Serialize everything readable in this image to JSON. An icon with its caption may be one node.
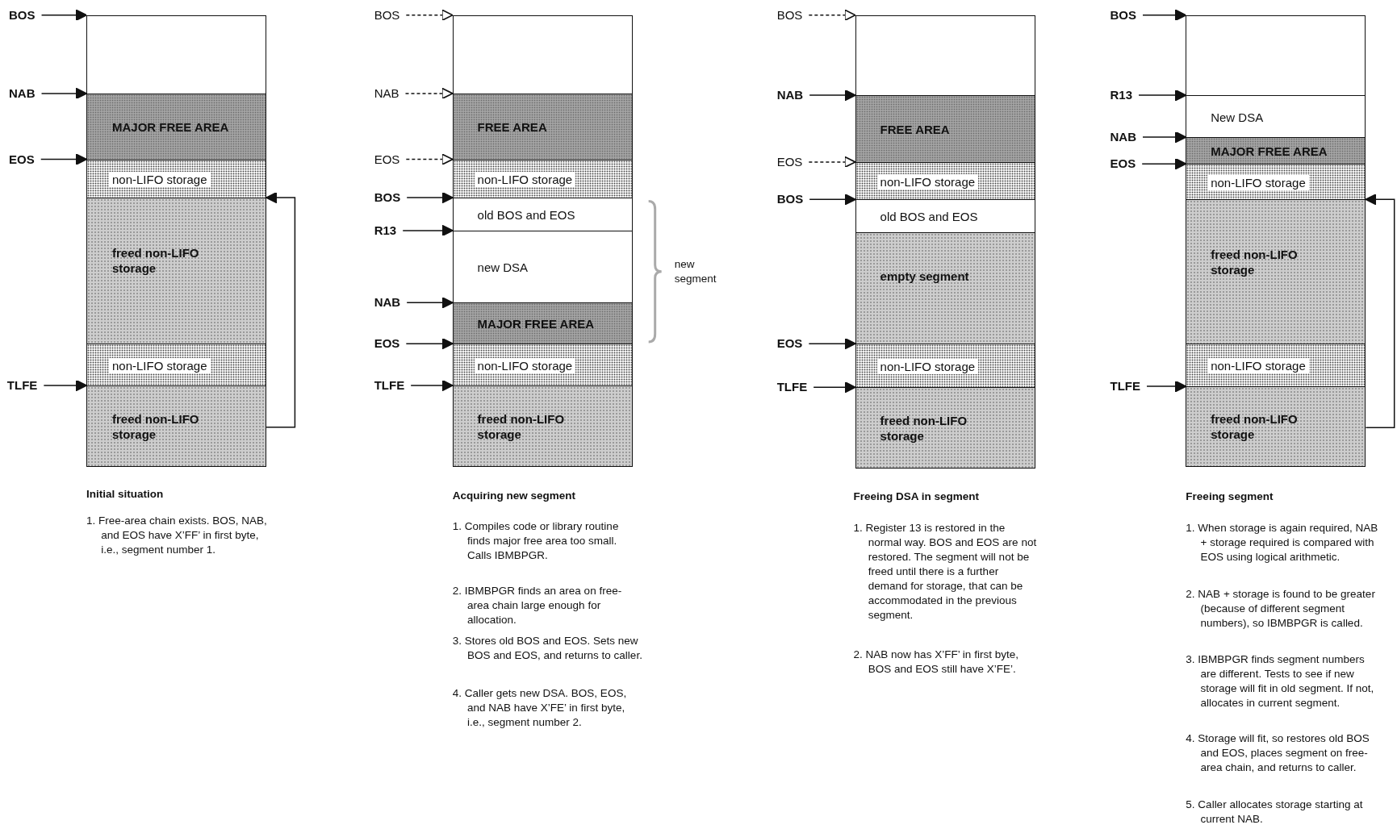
{
  "diagram": {
    "nodes": [
      {
        "text": [],
        "shape": "box"
      },
      {
        "text": [
          "MAJOR FREE AREA"
        ]
      },
      {
        "text": [
          "non-LIFO storage"
        ]
      },
      {
        "text": [
          "freed non-LIFO storage"
        ]
      },
      {
        "text": [
          "non-LIFO storage"
        ]
      },
      {
        "text": [
          "freed non-LIFO storage"
        ]
      },
      {
        "text": [
          "BOS"
        ]
      },
      {
        "text": [
          "NAB"
        ]
      },
      {
        "text": [
          "EOS"
        ]
      },
      {
        "text": [
          "TLFE"
        ]
      },
      {
        "text": [],
        "shape": "box"
      },
      {
        "text": [
          "FREE AREA"
        ]
      },
      {
        "text": [
          "non-LIFO storage"
        ]
      },
      {
        "text": [
          "old BOS and EOS"
        ]
      },
      {
        "text": [
          "new DSA"
        ]
      },
      {
        "text": [
          "MAJOR FREE AREA"
        ]
      },
      {
        "text": [
          "non-LIFO storage"
        ]
      },
      {
        "text": [
          "freed non-LIFO storage"
        ]
      },
      {
        "text": [
          "BOS"
        ]
      },
      {
        "text": [
          "NAB"
        ]
      },
      {
        "text": [
          "EOS"
        ]
      },
      {
        "text": [
          "BOS"
        ]
      },
      {
        "text": [
          "R13"
        ]
      },
      {
        "text": [
          "NAB"
        ]
      },
      {
        "text": [
          "EOS"
        ]
      },
      {
        "text": [
          "TLFE"
        ]
      },
      {
        "text": [],
        "shape": "box"
      },
      {
        "text": [
          "FREE AREA"
        ]
      },
      {
        "text": [
          "non-LIFO storage"
        ]
      },
      {
        "text": [
          "old BOS and EOS"
        ]
      },
      {
        "text": [
          "empty segment"
        ]
      },
      {
        "text": [
          "non-LIFO storage"
        ]
      },
      {
        "text": [
          "freed non-LIFO storage"
        ]
      },
      {
        "text": [
          "BOS"
        ]
      },
      {
        "text": [
          "NAB"
        ]
      },
      {
        "text": [
          "EOS"
        ]
      },
      {
        "text": [
          "BOS"
        ]
      },
      {
        "text": [
          "EOS"
        ]
      },
      {
        "text": [
          "TLFE"
        ]
      },
      {
        "text": [],
        "shape": "box"
      },
      {
        "text": [
          "New DSA"
        ]
      },
      {
        "text": [
          "MAJOR FREE AREA"
        ]
      },
      {
        "text": [
          "non-LIFO storage"
        ]
      },
      {
        "text": [
          "freed non-LIFO storage"
        ]
      },
      {
        "text": [
          "non-LIFO storage"
        ]
      },
      {
        "text": [
          "freed non-LIFO storage"
        ]
      },
      {
        "text": [
          "BOS"
        ]
      },
      {
        "text": [
          "R13"
        ]
      },
      {
        "text": [
          "NAB"
        ]
      },
      {
        "text": [
          "EOS"
        ]
      },
      {
        "text": [
          "TLFE"
        ]
      }
    ],
    "edges": [
      {
        "from": 6,
        "to": 0,
        "arrow": "to"
      },
      {
        "from": 7,
        "to": 1,
        "arrow": "to"
      },
      {
        "from": 8,
        "to": 2,
        "arrow": "to"
      },
      {
        "from": 9,
        "to": 5,
        "arrow": "to"
      },
      {
        "from": 5,
        "to": 3,
        "arrow": "to"
      },
      {
        "from": 18,
        "to": 10,
        "arrow": "to",
        "style": "dashed"
      },
      {
        "from": 19,
        "to": 11,
        "arrow": "to",
        "style": "dashed"
      },
      {
        "from": 20,
        "to": 12,
        "arrow": "to",
        "style": "dashed"
      },
      {
        "from": 21,
        "to": 13,
        "arrow": "to"
      },
      {
        "from": 22,
        "to": 14,
        "arrow": "to"
      },
      {
        "from": 23,
        "to": 15,
        "arrow": "to"
      },
      {
        "from": 24,
        "to": 16,
        "arrow": "to"
      },
      {
        "from": 25,
        "to": 17,
        "arrow": "to"
      },
      {
        "from": 33,
        "to": 26,
        "arrow": "to",
        "style": "dashed"
      },
      {
        "from": 34,
        "to": 27,
        "arrow": "to"
      },
      {
        "from": 35,
        "to": 28,
        "arrow": "to",
        "style": "dashed"
      },
      {
        "from": 36,
        "to": 29,
        "arrow": "to"
      },
      {
        "from": 37,
        "to": 31,
        "arrow": "to"
      },
      {
        "from": 38,
        "to": 32,
        "arrow": "to"
      },
      {
        "from": 46,
        "to": 39,
        "arrow": "to"
      },
      {
        "from": 47,
        "to": 40,
        "arrow": "to"
      },
      {
        "from": 48,
        "to": 41,
        "arrow": "to"
      },
      {
        "from": 49,
        "to": 42,
        "arrow": "to"
      },
      {
        "from": 50,
        "to": 45,
        "arrow": "to"
      },
      {
        "from": 45,
        "to": 43,
        "arrow": "to"
      }
    ],
    "labels": [
      "Initial situation",
      "1. Free-area chain exists. BOS, NAB, and EOS have X’FF’ in first byte, i.e., segment number 1.",
      "new segment",
      "Acquiring new segment",
      "1. Compiles code or library routine finds major free area too small. Calls IBMBPGR.",
      "2. IBMBPGR finds an area on free-area chain large enough for allocation.",
      "3. Stores old BOS and EOS. Sets new BOS and EOS, and returns to caller.",
      "4. Caller gets new DSA. BOS, EOS, and NAB have X’FE’ in first byte, i.e., segment number 2.",
      "Freeing DSA in segment",
      "1. Register 13 is restored in the normal way. BOS and EOS are not restored. The segment will not be freed until there is a further demand for storage, that can be accommodated in the previous segment.",
      "2. NAB now has X’FF’ in first byte, BOS and EOS still have X’FE’.",
      "Freeing segment",
      "1. When storage is again required, NAB + storage required is compared with EOS using logical arithmetic.",
      "2. NAB + storage is found to be greater (because of different segment numbers), so IBMBPGR is called.",
      "3. IBMBPGR finds segment numbers are different. Tests to see if new storage will fit in old segment. If not, allocates in current segment.",
      "4. Storage will fit, so restores old BOS and EOS, places segment on free-area chain, and returns to caller.",
      "5. Caller allocates storage starting at current NAB."
    ]
  }
}
